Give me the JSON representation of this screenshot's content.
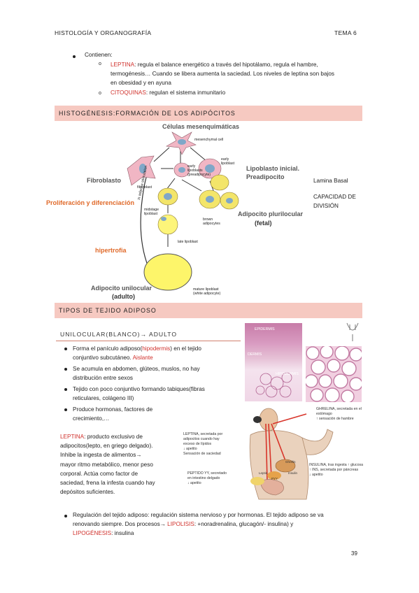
{
  "header": {
    "left": "HISTOLOGÍA Y ORGANOGRAFÍA",
    "right": "TEMA 6"
  },
  "intro": {
    "contienen": "Contienen:",
    "leptina_term": "LEPTINA",
    "leptina_text_1": ": regula el balance energético a través del hipotálamo, regula el hambre,",
    "leptina_text_2": "termogénesis… Cuando se libera aumenta la saciedad. Los niveles de leptina son bajos",
    "leptina_text_3": "en obesidad y en ayuna",
    "citoquinas_term": "CITOQUINAS",
    "citoquinas_text": ": regulan el sistema inmunitario"
  },
  "section1": {
    "title": "HISTOGÉNESIS:FORMACIÓN DE LOS ADIPÓCITOS"
  },
  "figure1": {
    "celulas": "Células mesenquimáticas",
    "mesenchymal": "mesenchymal cell",
    "fibroblasto": "Fibroblasto",
    "fibroblast_small": "fibroblast",
    "early1": "early lipoblasts (preadipocyte)",
    "early2": "early lipoblast",
    "lipoblasto": "Lipoblasto inicial.",
    "preadipocito": "Preadipocito",
    "proliferacion": "Proliferación y diferenciación",
    "midstage": "midstage lipoblast",
    "brown": "brown adipocytes",
    "plurilocular": "Adipocito plurilocular",
    "fetal": "(fetal)",
    "late": "late lipoblast",
    "hipertrofia": "hipertrofia",
    "in_adipose": "in adipose stimulation",
    "unilocular": "Adipocito unilocular",
    "adulto": "(adulto)",
    "mature": "mature lipoblast (white adipocyte)"
  },
  "side_notes": {
    "lamina": "Lamina Basal",
    "capacidad_1": "CAPACIDAD DE",
    "capacidad_2": "DIVISIÓN"
  },
  "section2": {
    "title": "TIPOS DE TEJIDO ADIPOSO"
  },
  "unilocular": {
    "title": "UNILOCULAR(BLANCO)→ ADULTO",
    "b1a": "Forma el panículo adiposo(",
    "b1_term": "hipodermis",
    "b1b": ") en el tejido",
    "b1c": "conjuntivo subcutáneo. ",
    "b1_aislante": "Aislante",
    "b2a": "Se acumula en abdomen, glúteos, muslos, no hay",
    "b2b": "distribución entre sexos",
    "b3a": "Tejido con poco conjuntivo formando tabiques(fibras",
    "b3b": "reticulares, colágeno III)",
    "b4a": "Produce hormonas, factores de",
    "b4b": "crecimiento,…",
    "lep_term": "LEPTINA",
    "lep1": ": producto exclusivo de",
    "lep2": "adipocitos(lepto, en griego delgado).",
    "lep3": "Inhibe la ingesta de alimentos→",
    "lep4": "mayor ritmo metabólico, menor peso",
    "lep5": "corporal. Actúa como factor de",
    "lep6": "saciedad, frena la infesta cuando hay",
    "lep7": "depósitos suficientes."
  },
  "figure2": {
    "epidermis": "EPIDERMIS",
    "dermis": "DERMIS",
    "hipodermis": "HIPODERMIS",
    "ghrelina1": "GHRELINA, secretada en el",
    "ghrelina2": "estómago",
    "ghrelina3": "↑ sensación de hambre",
    "leptina1": "LEPTINA, secretada por",
    "leptina2": "adipocitos cuando hay",
    "leptina3": "exceso de lípidos",
    "leptina4": "↓ apetito",
    "leptina5": "Sensación de saciedad",
    "insulina1": "INSULINA, tras ingesta ↑ glucosa",
    "insulina2": "↑ INS, secretada por páncreas",
    "insulina3": "↓ apetito",
    "peptido1": "PEPTIDO YY, secretado",
    "peptido2": "en intestino delgado",
    "peptido3": "↓ apetito",
    "ghrelin": "Ghrelin",
    "leptin": "Leptin",
    "pyy": "PYY",
    "insulin": "Insulin"
  },
  "bottom": {
    "r1": "Regulación del tejido adiposo: regulación sistema nervioso y por hormonas. El tejido adiposo se va",
    "r2a": "renovando siempre.  Dos procesos→ ",
    "lipolisis": "LIPOLISIS",
    "r2b": ": +noradrenalina, glucagón/- insulina) y",
    "lipogenesis": "LIPOGÉNESIS",
    "r3": ": insulina"
  },
  "footer": {
    "page": "39"
  },
  "colors": {
    "red": "#d0302b",
    "band": "#f6c9c1",
    "orange": "#e06a2a"
  }
}
